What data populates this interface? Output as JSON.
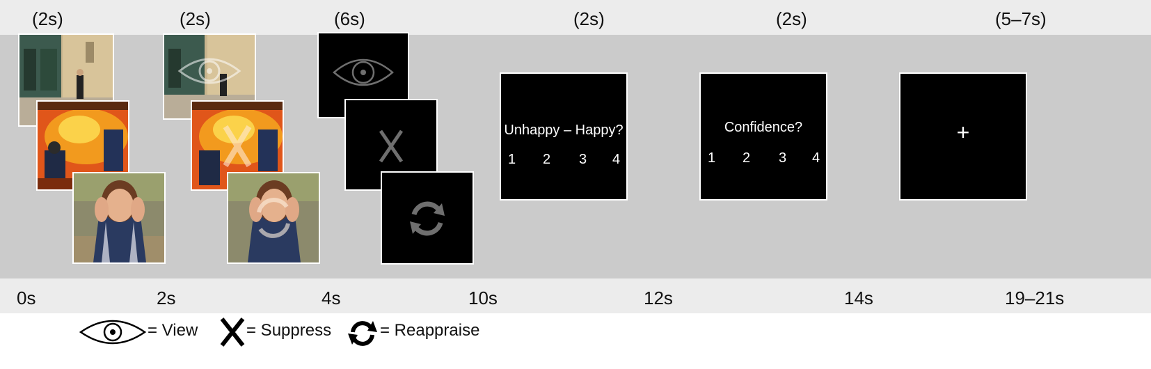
{
  "durations": [
    "(2s)",
    "(2s)",
    "(6s)",
    "(2s)",
    "(2s)",
    "(5–7s)"
  ],
  "timeline": [
    "0s",
    "2s",
    "4s",
    "10s",
    "12s",
    "14s",
    "19–21s"
  ],
  "rating_screen": {
    "question": "Unhappy – Happy?",
    "scale": [
      "1",
      "2",
      "3",
      "4"
    ]
  },
  "confidence_screen": {
    "question": "Confidence?",
    "scale": [
      "1",
      "2",
      "3",
      "4"
    ]
  },
  "fixation_symbol": "+",
  "legend": {
    "view": "= View",
    "suppress": "= Suppress",
    "reappraise": "= Reappraise"
  },
  "icons": {
    "view": "eye-icon",
    "suppress": "x-icon",
    "reappraise": "cycle-arrows-icon"
  }
}
